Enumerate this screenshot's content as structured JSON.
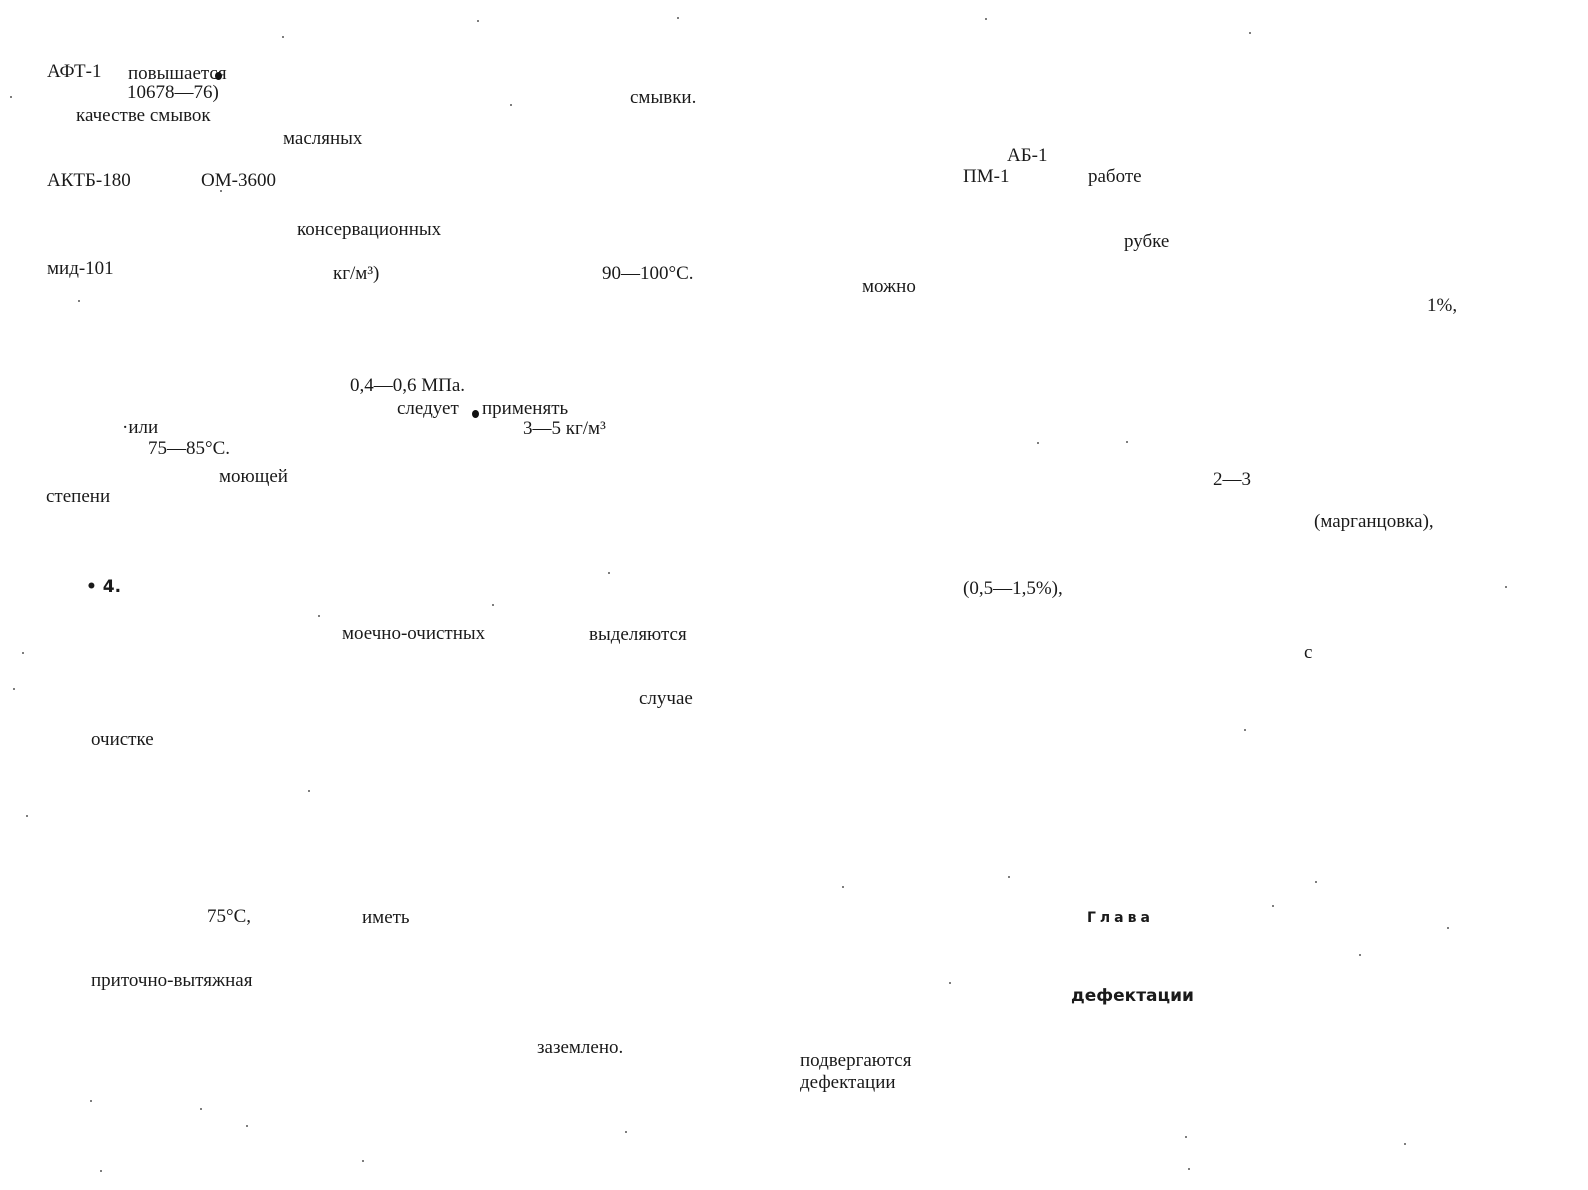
{
  "words": {
    "w01": "АФТ-1",
    "w02": "повышается",
    "w03": "10678—76)",
    "w04": "качестве смывок",
    "w05": "масляных",
    "w06": "смывки.",
    "w07": "АКТБ-180",
    "w08": "ОМ-3600",
    "w09": "консервационных",
    "w10": "мид-101",
    "w11": "кг/м³)",
    "w12": "90—100°С.",
    "w13": "0,4—0,6 МПа.",
    "w14": "следует",
    "w15": "применять",
    "w16": "·или",
    "w17": "3—5 кг/м³",
    "w18": "75—85°С.",
    "w19": "моющей",
    "w20": "степени",
    "w21": "• 4.",
    "w22": "моечно-очистных",
    "w23": "выделяются",
    "w24": "случае",
    "w25": "очистке",
    "w26": "75°С,",
    "w27": "иметь",
    "w28": "приточно-вытяжная",
    "w29": "заземлено.",
    "w30": "подвергаются",
    "w31": "дефектации",
    "w32": "АБ-1",
    "w33": "ПМ-1",
    "w34": "работе",
    "w35": "рубке",
    "w36": "можно",
    "w37": "1%,",
    "w38": "2—3",
    "w39": "(марганцовка),",
    "w40": "(0,5—1,5%),",
    "w41": "с",
    "w42": "Глава",
    "w43": "дефектации"
  }
}
